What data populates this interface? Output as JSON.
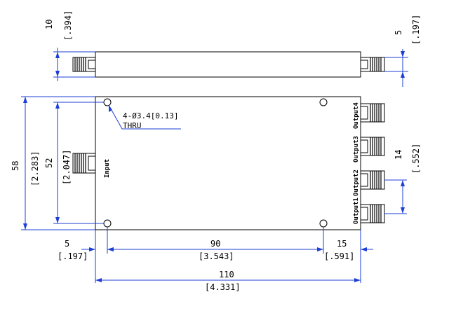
{
  "side_view": {
    "height_mm": "10",
    "height_in": "[.394]",
    "connector_mm": "5",
    "connector_in": "[.197]"
  },
  "top_view": {
    "overall_height_mm": "58",
    "overall_height_in": "[2.283]",
    "hole_pitch_v_mm": "52",
    "hole_pitch_v_in": "[2.047]",
    "port_pitch_mm": "14",
    "port_pitch_in": "[.552]",
    "hole_note_line1": "4-Ø3.4[0.13]",
    "hole_note_line2": "THRU",
    "input_label": "Input",
    "outputs": [
      "Output1",
      "Output2",
      "Output3",
      "Output4"
    ],
    "left_offset_mm": "5",
    "left_offset_in": "[.197]",
    "hole_pitch_h_mm": "90",
    "hole_pitch_h_in": "[3.543]",
    "right_offset_mm": "15",
    "right_offset_in": "[.591]",
    "overall_width_mm": "110",
    "overall_width_in": "[4.331]"
  }
}
